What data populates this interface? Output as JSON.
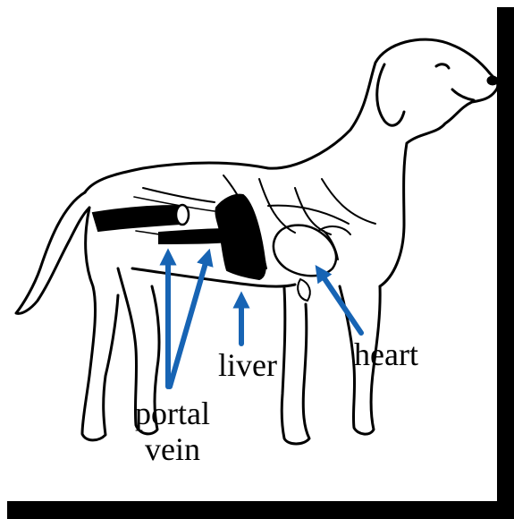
{
  "labels": {
    "liver": "liver",
    "heart": "heart",
    "portal_line1": "portal",
    "portal_line2": "vein"
  },
  "colors": {
    "arrow": "#1764b4",
    "outline": "#000000",
    "background": "#ffffff"
  }
}
